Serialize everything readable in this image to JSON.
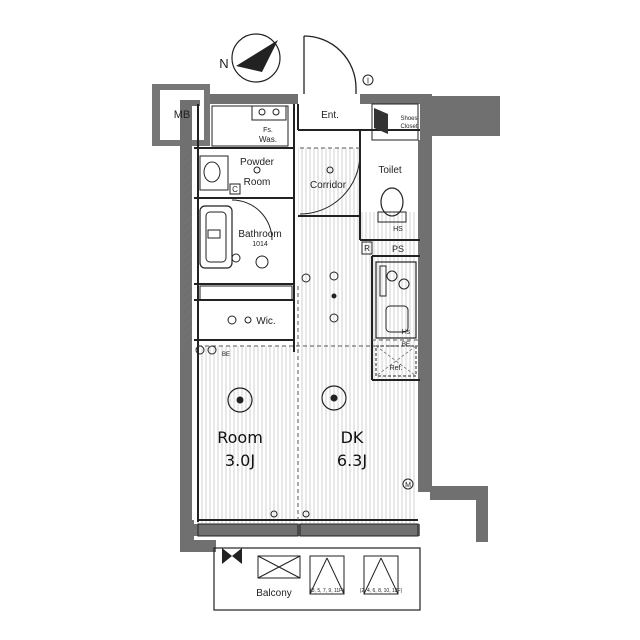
{
  "labels": {
    "mb": "MB",
    "ent": "Ent.",
    "shoes_closet_1": "Shoes",
    "shoes_closet_2": "Closet",
    "fs": "Fs.",
    "was": "Was.",
    "powder_1": "Powder",
    "powder_2": "Room",
    "corridor": "Corridor",
    "toilet": "Toilet",
    "hs_toilet": "HS",
    "ps": "PS",
    "r_mark": "R",
    "c_mark": "C",
    "bathroom": "Bathroom",
    "bathroom_size": "1014",
    "wic": "Wic.",
    "hs_kitchen": "Hs",
    "ref": "Ref.",
    "be_left": "BE",
    "be_right": "BE",
    "room_name": "Room",
    "room_size": "3.0J",
    "dk_name": "DK",
    "dk_size": "6.3J",
    "m_mark": "M",
    "balcony": "Balcony",
    "floors_left": "(3, 5, 7, 9, 11F)",
    "floors_right": "(2, 4, 6, 8, 10, 12F)",
    "compass_n": "N",
    "door_mark": "I"
  },
  "colors": {
    "wall": "#6e6e6e",
    "line": "#222222",
    "floor_stripe": "#cfcfcf",
    "fixture": "#444444"
  }
}
